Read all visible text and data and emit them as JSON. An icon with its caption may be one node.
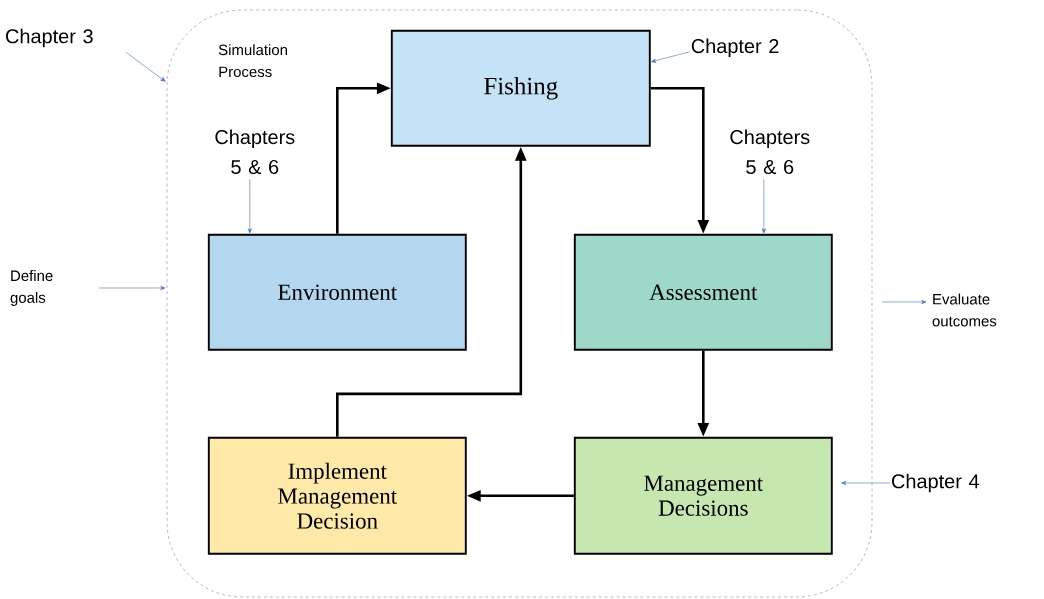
{
  "diagram": {
    "nodes": [
      {
        "text": [
          "Simulation Process"
        ]
      },
      {
        "text": [
          "Fishing"
        ],
        "in": 0
      },
      {
        "text": [
          "Environment"
        ],
        "in": 0
      },
      {
        "text": [
          "Assessment"
        ],
        "in": 0
      },
      {
        "text": [
          "Implement Management Decision"
        ],
        "in": 0
      },
      {
        "text": [
          "Management Decisions"
        ],
        "in": 0
      },
      {
        "text": [
          "Chapter 3"
        ]
      },
      {
        "text": [
          "Chapter 2"
        ],
        "in": 0
      },
      {
        "text": [
          "Chapters 5 & 6"
        ],
        "in": 0
      },
      {
        "text": [
          "Chapters 5 & 6"
        ],
        "in": 0
      },
      {
        "text": [
          "Define goals"
        ]
      },
      {
        "text": [
          "Evaluate outcomes"
        ]
      },
      {
        "text": [
          "Chapter 4"
        ]
      }
    ],
    "edges": [
      {
        "from": 2,
        "to": 1,
        "arrow": "to",
        "style": "thick",
        "color": "#000000"
      },
      {
        "from": 1,
        "to": 3,
        "arrow": "to",
        "style": "thick",
        "color": "#000000"
      },
      {
        "from": 3,
        "to": 5,
        "arrow": "to",
        "style": "thick",
        "color": "#000000"
      },
      {
        "from": 5,
        "to": 4,
        "arrow": "to",
        "style": "thick",
        "color": "#000000"
      },
      {
        "from": 4,
        "to": 1,
        "arrow": "to",
        "style": "thick",
        "color": "#000000"
      },
      {
        "from": 6,
        "to": 0,
        "arrow": "to",
        "color": "#4472c4"
      },
      {
        "from": 7,
        "to": 1,
        "arrow": "to",
        "color": "#4472c4"
      },
      {
        "from": 8,
        "to": 2,
        "arrow": "to",
        "color": "#4472c4"
      },
      {
        "from": 9,
        "to": 3,
        "arrow": "to",
        "color": "#4472c4"
      },
      {
        "from": 10,
        "to": 0,
        "arrow": "to",
        "color": "#4472c4"
      },
      {
        "from": 0,
        "to": 11,
        "arrow": "to",
        "color": "#4472c4"
      },
      {
        "from": 12,
        "to": 5,
        "arrow": "to",
        "color": "#4472c4"
      }
    ]
  }
}
